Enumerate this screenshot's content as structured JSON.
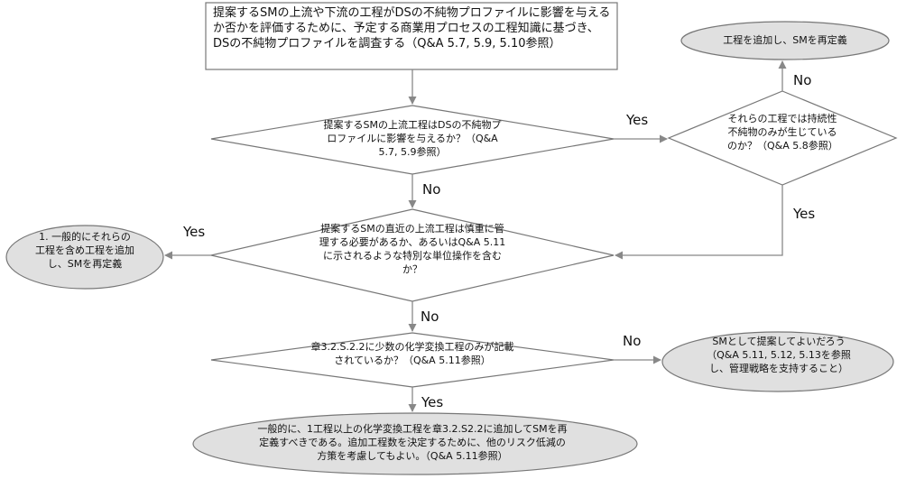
{
  "nodes": {
    "start_box": "提案するSMの上流や下流の工程がDSの不純物プロファイルに影響を与えるか否かを評価するために、予定する商業用プロセスの工程知識に基づき、DSの不純物プロファイルを調査する（Q&A 5.7, 5.9, 5.10参照）",
    "d1": "提案するSMの上流工程はDSの不純物プロファイルに影響を与えるか？（Q&A 5.7, 5.9参照）",
    "d_right": "それらの工程では持続性不純物のみが生じているのか？（Q&A 5.8参照）",
    "top_right_oval": "工程を追加し、SMを再定義",
    "d2": "提案するSMの直近の上流工程は慎重に管理する必要があるか、あるいはQ&A 5.11に示されるような特別な単位操作を含むか？",
    "left_oval": "1. 一般的にそれらの工程を含め工程を追加し、SMを再定義",
    "d3": "章3.2.S.2.2に少数の化学変換工程のみが記載されているか？（Q&A 5.11参照）",
    "right_oval": "SMとして提案してよいだろう（Q&A 5.11, 5.12, 5.13を参照し、管理戦略を支持すること）",
    "bottom_oval": "一般的に、1工程以上の化学変換工程を章3.2.S2.2に追加してSMを再定義すべきである。追加工程数を決定するために、他のリスク低減の方策を考慮してもよい。（Q&A 5.11参照）"
  },
  "edge_labels": {
    "d1_yes": "Yes",
    "d1_no": "No",
    "dr_no": "No",
    "dr_yes": "Yes",
    "d2_yes": "Yes",
    "d2_no": "No",
    "d3_no": "No",
    "d3_yes": "Yes"
  },
  "colors": {
    "line": "#888888",
    "oval_fill": "#e0e0e0",
    "shape_stroke": "#777777"
  }
}
